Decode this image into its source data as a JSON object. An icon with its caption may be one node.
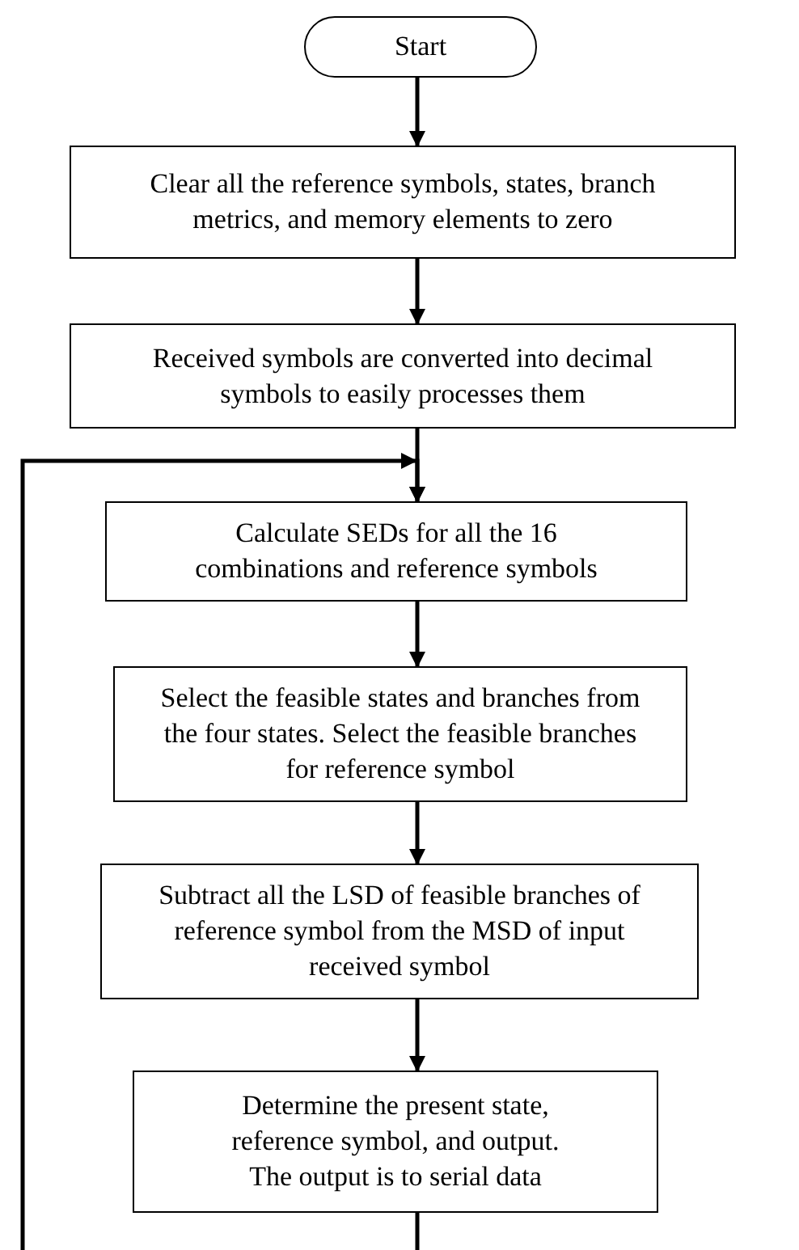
{
  "diagram": {
    "nodes": [
      {
        "text": [
          "Start"
        ]
      },
      {
        "text": [
          "Clear all the reference symbols, states, branch metrics, and memory elements to zero"
        ]
      },
      {
        "text": [
          "Received symbols are converted into decimal symbols to easily processes them"
        ]
      },
      {
        "text": [
          "Calculate SEDs for all the 16 combinations and reference symbols"
        ]
      },
      {
        "text": [
          "Select the feasible states and branches from the four states. Select the feasible branches for reference symbol"
        ]
      },
      {
        "text": [
          "Subtract all the LSD of feasible branches of reference symbol from the MSD of input received symbol"
        ]
      },
      {
        "text": [
          "Determine the present state, reference symbol, and output. The output is to serial data"
        ]
      }
    ],
    "edges": [
      {
        "from": 0,
        "to": 1,
        "arrow": "to"
      },
      {
        "from": 1,
        "to": 2,
        "arrow": "to"
      },
      {
        "from": 2,
        "to": 3,
        "arrow": "to"
      },
      {
        "from": 3,
        "to": 4,
        "arrow": "to"
      },
      {
        "from": 4,
        "to": 5,
        "arrow": "to"
      },
      {
        "from": 5,
        "to": 6,
        "arrow": "to"
      },
      {
        "from": 6,
        "to": 3,
        "arrow": "to"
      }
    ]
  }
}
